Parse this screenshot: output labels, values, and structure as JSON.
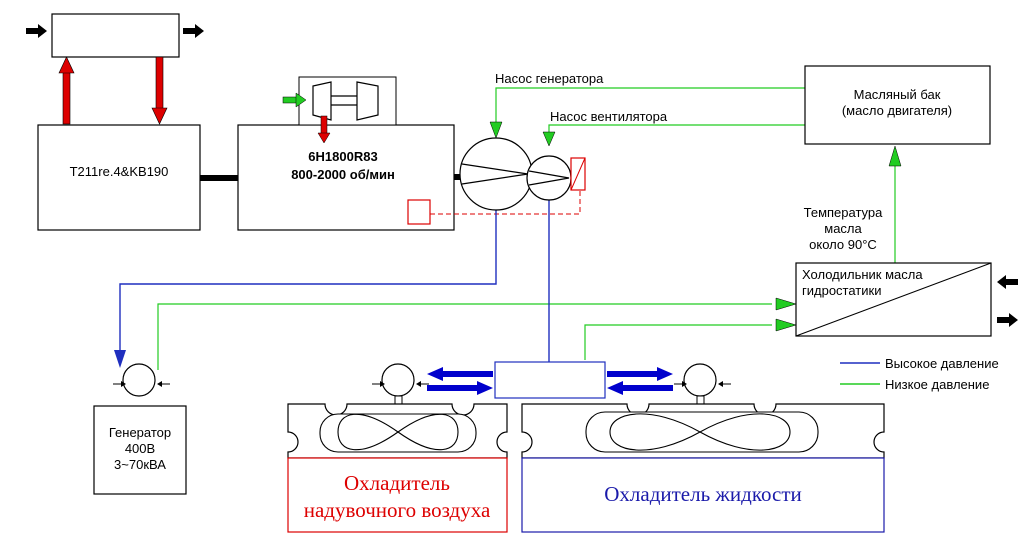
{
  "labels": {
    "transmission": "T211re.4&KB190",
    "engine_model": "6H1800R83",
    "engine_speed": "800-2000 об/мин",
    "generator_pump": "Насос генератора",
    "fan_pump": "Насос вентилятора",
    "oil_tank_line1": "Масляный бак",
    "oil_tank_line2": "(масло двигателя)",
    "oil_temp_line1": "Температура",
    "oil_temp_line2": "масла",
    "oil_temp_line3": "около 90°C",
    "hydrostatic_cooler_line1": "Холодильник масла",
    "hydrostatic_cooler_line2": "гидростатики",
    "generator_line1": "Генератор",
    "generator_line2": "400В",
    "generator_line3": "3~70кВА",
    "charge_air_cooler_line1": "Охладитель",
    "charge_air_cooler_line2": "надувочного воздуха",
    "liquid_cooler": "Охладитель жидкости"
  },
  "legend": {
    "high_pressure": "Высокое давление",
    "low_pressure": "Низкое давление"
  },
  "colors": {
    "high_pressure": "#1f2fbf",
    "low_pressure": "#22cc22",
    "heat_arrow": "#dd0000",
    "charge_air_text": "#dd0000",
    "liquid_text": "#1a1aaa",
    "exchange_arrow": "#0000cc"
  }
}
